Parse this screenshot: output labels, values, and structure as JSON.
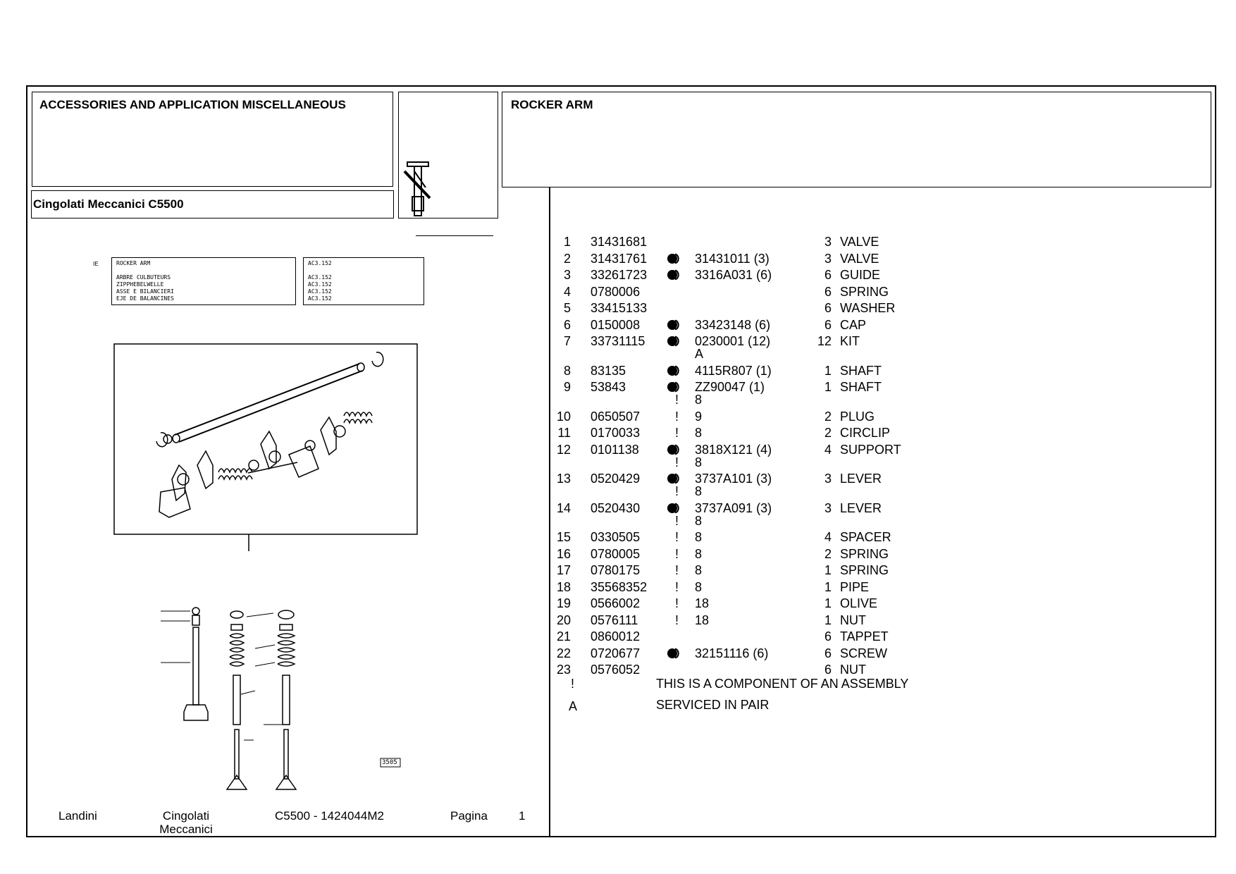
{
  "header": {
    "category": "ACCESSORIES AND APPLICATION MISCELLANEOUS",
    "model": "Cingolati Meccanici C5500",
    "group": "ROCKER ARM"
  },
  "diagram_label": {
    "left_lines": [
      "ROCKER ARM",
      "ARBRE CULBUTEURS",
      "ZIPPHEBELWELLE",
      "ASSE E BILANCIERI",
      "EJE DE BALANCINES"
    ],
    "right_lines": [
      "AC3.152",
      "AC3.152",
      "AC3.152",
      "AC3.152",
      "AC3.152"
    ],
    "prefix": "IE",
    "figure_code": "3505"
  },
  "parts": [
    {
      "no": "1",
      "pn": "31431681",
      "icon": false,
      "rep": "",
      "rep2": "",
      "mark": "",
      "qty": "3",
      "desc": "VALVE"
    },
    {
      "no": "2",
      "pn": "31431761",
      "icon": true,
      "rep": "31431011  (3)",
      "rep2": "",
      "mark": "",
      "qty": "3",
      "desc": "VALVE"
    },
    {
      "no": "3",
      "pn": "33261723",
      "icon": true,
      "rep": "3316A031  (6)",
      "rep2": "",
      "mark": "",
      "qty": "6",
      "desc": "GUIDE"
    },
    {
      "no": "4",
      "pn": "0780006",
      "icon": false,
      "rep": "",
      "rep2": "",
      "mark": "",
      "qty": "6",
      "desc": "SPRING"
    },
    {
      "no": "5",
      "pn": "33415133",
      "icon": false,
      "rep": "",
      "rep2": "",
      "mark": "",
      "qty": "6",
      "desc": "WASHER"
    },
    {
      "no": "6",
      "pn": "0150008",
      "icon": true,
      "rep": "33423148  (6)",
      "rep2": "",
      "mark": "",
      "qty": "6",
      "desc": "CAP"
    },
    {
      "no": "7",
      "pn": "33731115",
      "icon": true,
      "rep": "0230001  (12)",
      "rep2": "A",
      "mark": "",
      "qty": "12",
      "desc": "KIT"
    },
    {
      "no": "8",
      "pn": "83135",
      "icon": true,
      "rep": "4115R807  (1)",
      "rep2": "",
      "mark": "",
      "qty": "1",
      "desc": "SHAFT"
    },
    {
      "no": "9",
      "pn": "53843",
      "icon": true,
      "rep": "ZZ90047  (1)",
      "rep2": "8",
      "mark": "!",
      "qty": "1",
      "desc": "SHAFT"
    },
    {
      "no": "10",
      "pn": "0650507",
      "icon": false,
      "rep": "9",
      "rep2": "",
      "mark": "!",
      "qty": "2",
      "desc": "PLUG"
    },
    {
      "no": "11",
      "pn": "0170033",
      "icon": false,
      "rep": "8",
      "rep2": "",
      "mark": "!",
      "qty": "2",
      "desc": "CIRCLIP"
    },
    {
      "no": "12",
      "pn": "0101138",
      "icon": true,
      "rep": "3818X121  (4)",
      "rep2": "8",
      "mark": "!",
      "qty": "4",
      "desc": "SUPPORT"
    },
    {
      "no": "13",
      "pn": "0520429",
      "icon": true,
      "rep": "3737A101  (3)",
      "rep2": "8",
      "mark": "!",
      "qty": "3",
      "desc": "LEVER"
    },
    {
      "no": "14",
      "pn": "0520430",
      "icon": true,
      "rep": "3737A091  (3)",
      "rep2": "8",
      "mark": "!",
      "qty": "3",
      "desc": "LEVER"
    },
    {
      "no": "15",
      "pn": "0330505",
      "icon": false,
      "rep": "8",
      "rep2": "",
      "mark": "!",
      "qty": "4",
      "desc": "SPACER"
    },
    {
      "no": "16",
      "pn": "0780005",
      "icon": false,
      "rep": "8",
      "rep2": "",
      "mark": "!",
      "qty": "2",
      "desc": "SPRING"
    },
    {
      "no": "17",
      "pn": "0780175",
      "icon": false,
      "rep": "8",
      "rep2": "",
      "mark": "!",
      "qty": "1",
      "desc": "SPRING"
    },
    {
      "no": "18",
      "pn": "35568352",
      "icon": false,
      "rep": "8",
      "rep2": "",
      "mark": "!",
      "qty": "1",
      "desc": "PIPE"
    },
    {
      "no": "19",
      "pn": "0566002",
      "icon": false,
      "rep": "18",
      "rep2": "",
      "mark": "!",
      "qty": "1",
      "desc": "OLIVE"
    },
    {
      "no": "20",
      "pn": "0576111",
      "icon": false,
      "rep": "18",
      "rep2": "",
      "mark": "!",
      "qty": "1",
      "desc": "NUT"
    },
    {
      "no": "21",
      "pn": "0860012",
      "icon": false,
      "rep": "",
      "rep2": "",
      "mark": "",
      "qty": "6",
      "desc": "TAPPET"
    },
    {
      "no": "22",
      "pn": "0720677",
      "icon": true,
      "rep": "32151116  (6)",
      "rep2": "",
      "mark": "",
      "qty": "6",
      "desc": "SCREW"
    },
    {
      "no": "23",
      "pn": "0576052",
      "icon": false,
      "rep": "",
      "rep2": "",
      "mark": "",
      "qty": "6",
      "desc": "NUT"
    }
  ],
  "legend": [
    {
      "sym": "!",
      "text": "THIS IS A COMPONENT OF AN ASSEMBLY"
    },
    {
      "sym": "A",
      "text": "SERVICED IN PAIR"
    }
  ],
  "footer": {
    "brand": "Landini",
    "series_line1": "Cingolati",
    "series_line2": "Meccanici",
    "model_code": "C5500 - 1424044M2",
    "page_label": "Pagina",
    "page_num": "1"
  },
  "icons": {
    "replace": "half-filled-circle-icon",
    "thumbnail": "rocker-shaft-thumbnail-icon"
  }
}
